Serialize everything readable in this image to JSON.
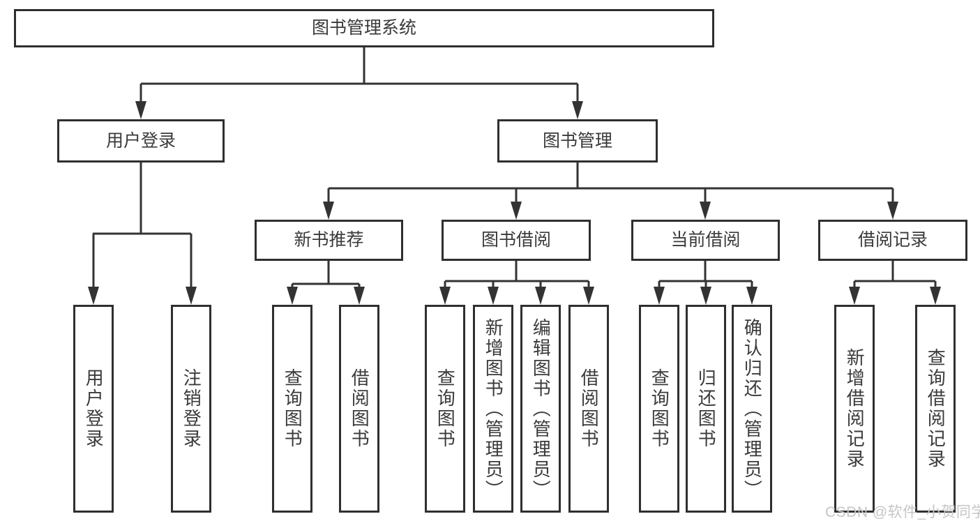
{
  "diagram": {
    "title": "图书管理系统",
    "colors": {
      "line": "#333333",
      "box_border": "#2f2f2f",
      "text": "#3a3a3a",
      "watermark": "#c6c6c6",
      "background": "#ffffff"
    },
    "nodes": {
      "root": {
        "label": "图书管理系统"
      },
      "user_login": {
        "label": "用户登录"
      },
      "book_manage": {
        "label": "图书管理"
      },
      "new_book_recommend": {
        "label": "新书推荐"
      },
      "book_borrow": {
        "label": "图书借阅"
      },
      "current_borrow": {
        "label": "当前借阅"
      },
      "borrow_record": {
        "label": "借阅记录"
      },
      "login_leaf_user_login": {
        "label": "用户登录"
      },
      "login_leaf_logout": {
        "label": "注销登录"
      },
      "recommend_leaf_query_book": {
        "label": "查询图书"
      },
      "recommend_leaf_borrow_book": {
        "label": "借阅图书"
      },
      "borrow_leaf_query_book": {
        "label": "查询图书"
      },
      "borrow_leaf_add_book_admin": {
        "label": "新增图书（管理员）"
      },
      "borrow_leaf_edit_book_admin": {
        "label": "编辑图书（管理员）"
      },
      "borrow_leaf_borrow_book": {
        "label": "借阅图书"
      },
      "current_leaf_query_book": {
        "label": "查询图书"
      },
      "current_leaf_return_book": {
        "label": "归还图书"
      },
      "current_leaf_confirm_return_admin": {
        "label": "确认归还（管理员）"
      },
      "record_leaf_add_record": {
        "label": "新增借阅记录"
      },
      "record_leaf_query_record": {
        "label": "查询借阅记录"
      }
    },
    "watermark": "CSDN @软件_小贺同学"
  }
}
